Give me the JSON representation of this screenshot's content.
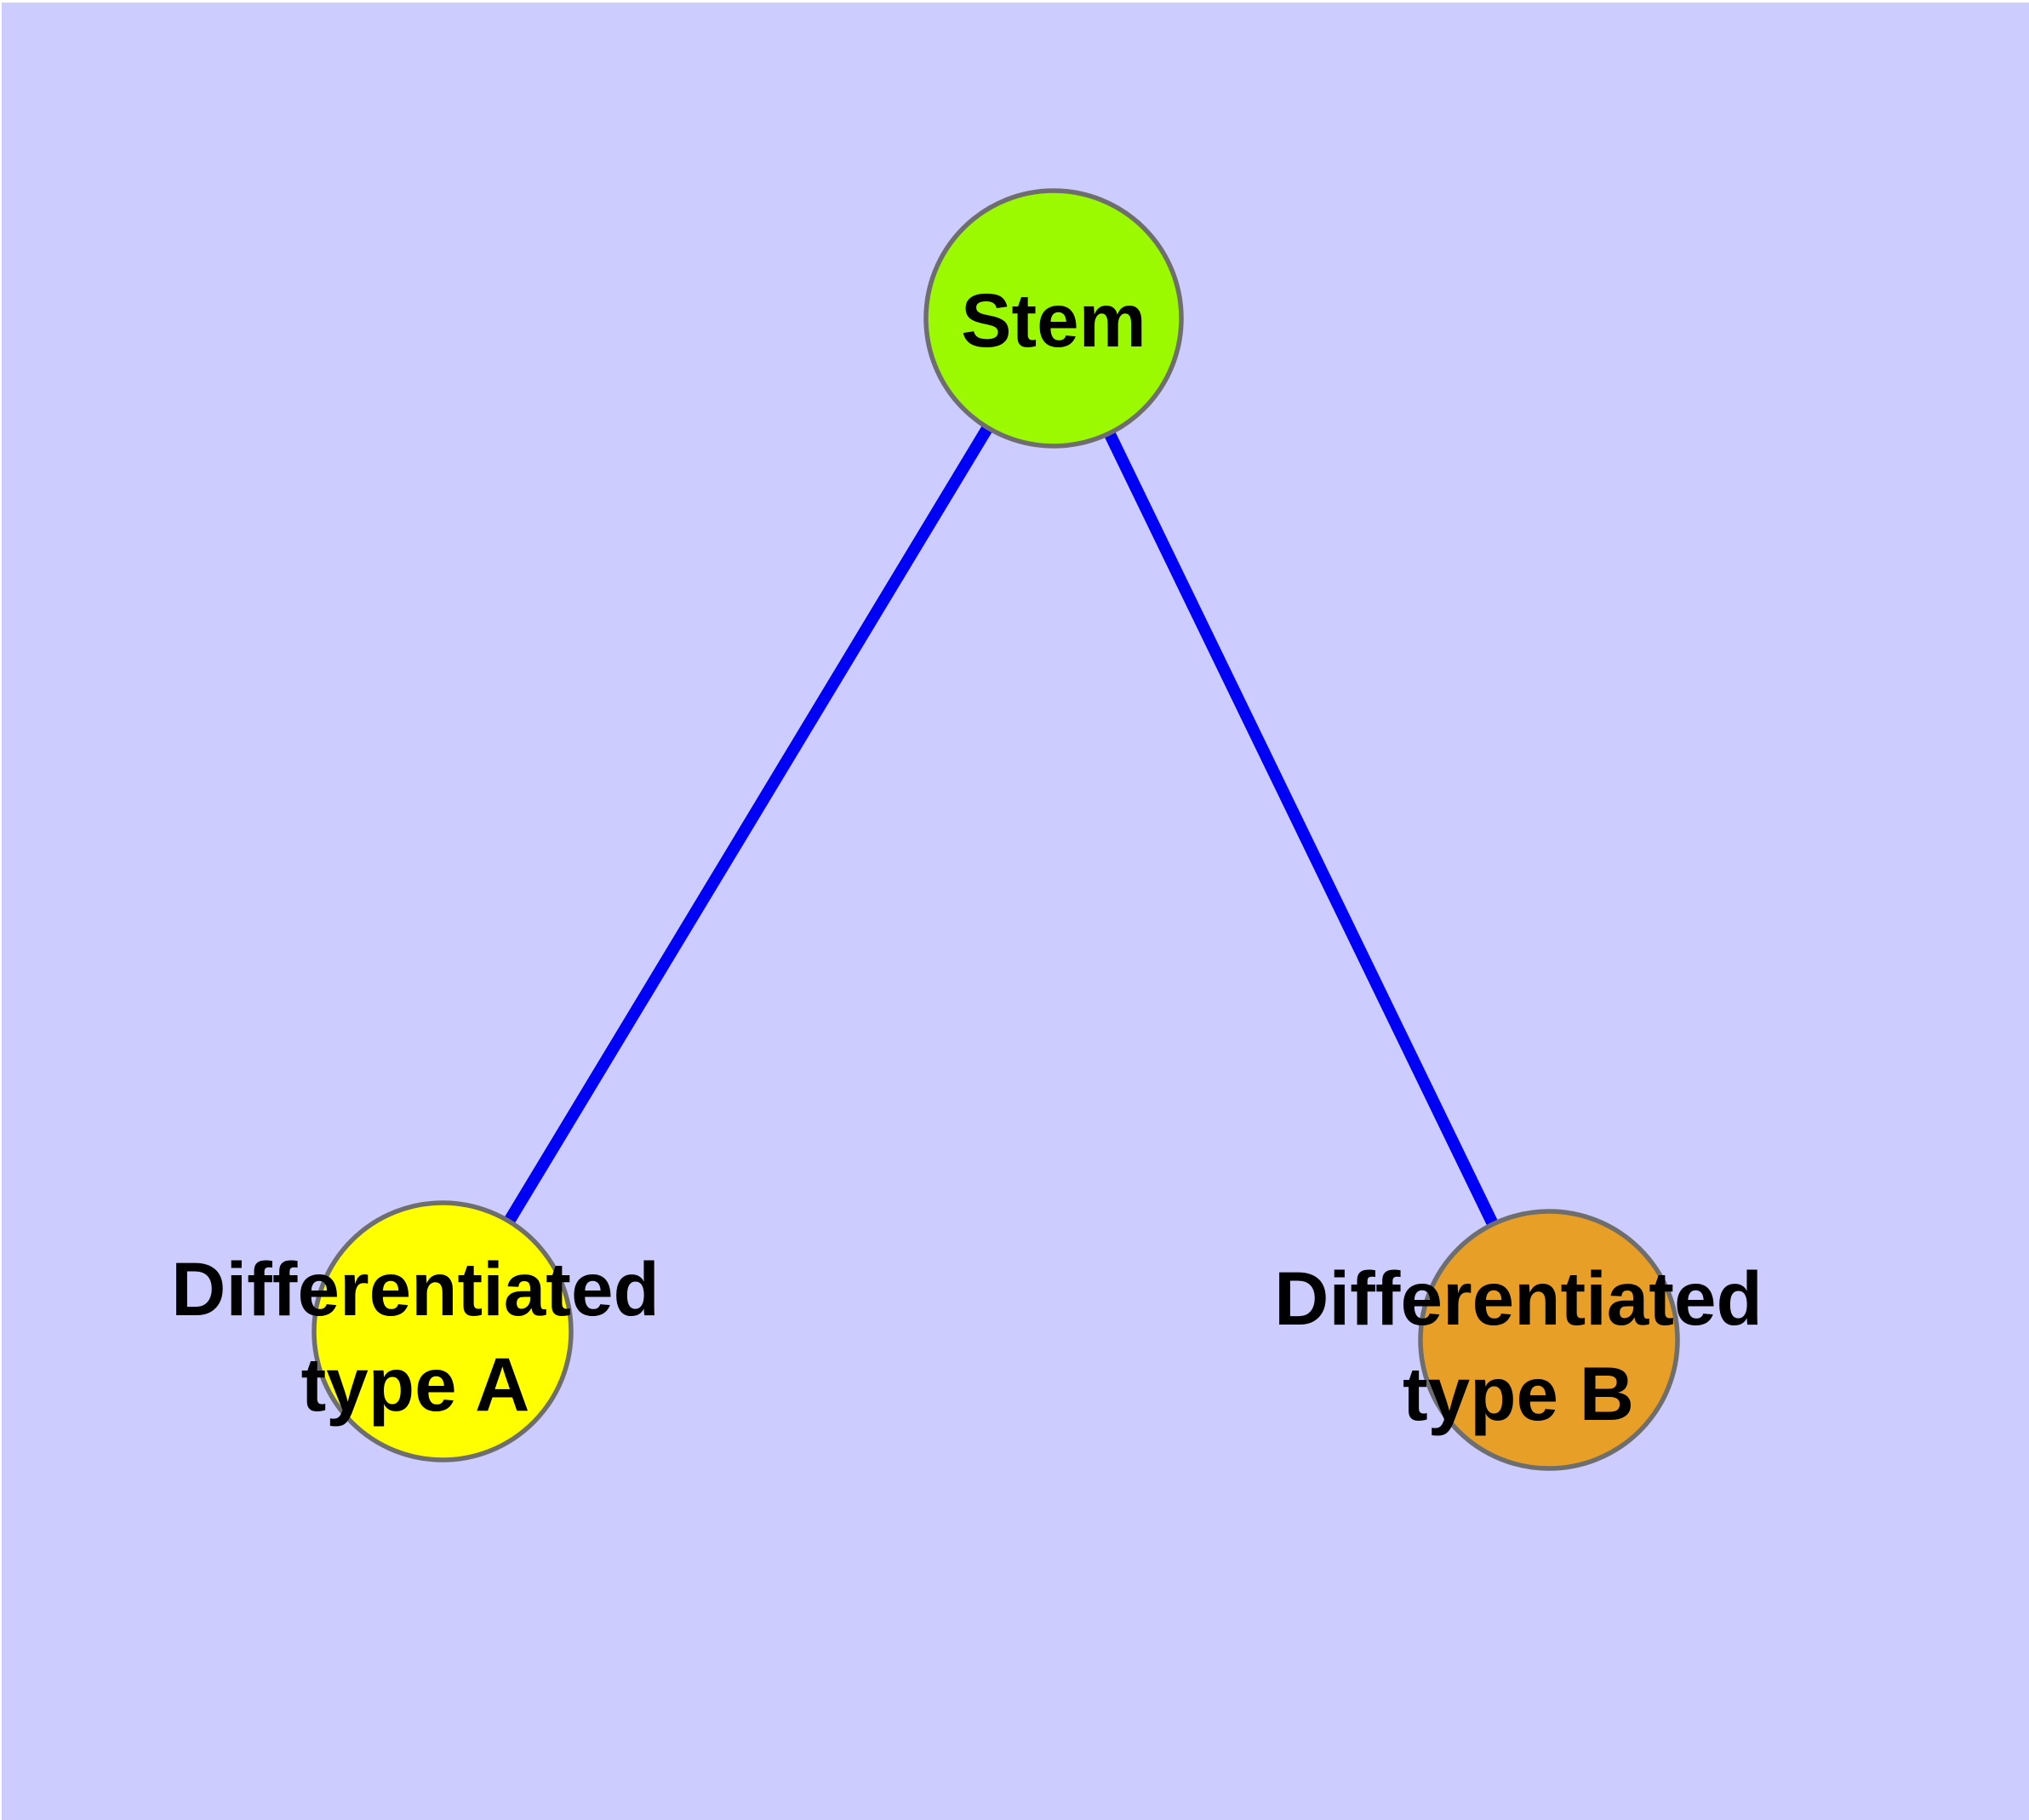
{
  "diagram": {
    "background_color": "#ccccff",
    "margin_color": "#ffffff",
    "edge_color": "#0000f5",
    "node_border_color": "#6e6e6e",
    "label_color": "#000000",
    "nodes": [
      {
        "id": "stem",
        "label": "Stem",
        "color": "#9bf900"
      },
      {
        "id": "differentiated-type-a",
        "label_line1": "Differentiated",
        "label_line2": "type A",
        "color": "#ffff00"
      },
      {
        "id": "differentiated-type-b",
        "label_line1": "Differentiated",
        "label_line2": "type B",
        "color": "#e79f27"
      }
    ],
    "edges": [
      {
        "from": "Stem",
        "to": "Differentiated type A"
      },
      {
        "from": "Stem",
        "to": "Differentiated type B"
      }
    ]
  }
}
